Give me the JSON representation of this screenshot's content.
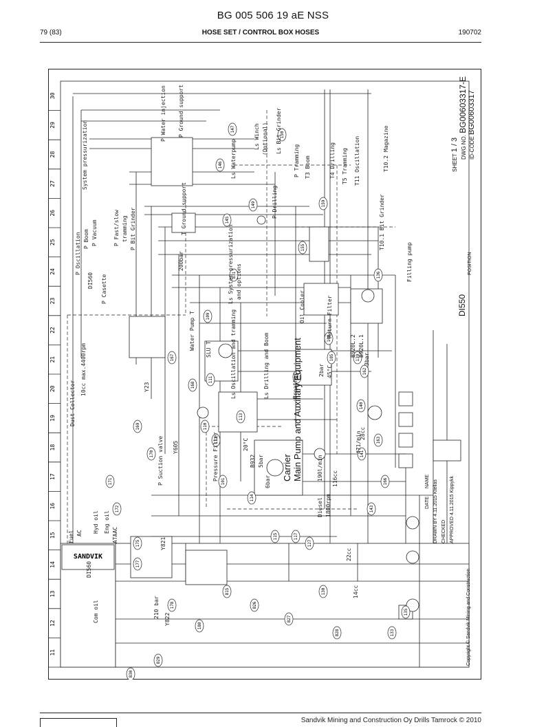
{
  "header": {
    "doc_code": "BG 005 506 19 aE NSS",
    "page": "79 (83)",
    "section": "HOSE SET / CONTROL BOX HOSES",
    "date": "190702"
  },
  "footer": {
    "company": "Sandvik Mining and Construction Oy Drills Tamrock © 2010"
  },
  "diagram": {
    "columns": [
      "11",
      "12",
      "13",
      "14",
      "15",
      "16",
      "17",
      "18",
      "19",
      "20",
      "21",
      "22",
      "23",
      "24",
      "25",
      "26",
      "27",
      "28",
      "29",
      "30"
    ],
    "title_block": {
      "brand": "SANDVIK",
      "copyright": "Copyright © Sandvik Mining and Construction",
      "title_line1": "Carrier",
      "title_line2": "Main Pump and Auxiliary Equipment",
      "sheet_label": "SHEET",
      "sheet": "1 / 3",
      "dwg_label": "DWG NO.",
      "dwg_no": "BG00603317-E",
      "id_label": "ID-CODE",
      "id_code": "BG00603317",
      "model": "DI550",
      "position_label": "POSITION",
      "drawn_label": "DRAWN BY",
      "drawn": "4.11.2015",
      "drawn_name": "Ktellas",
      "checked_label": "CHECKED",
      "approved_label": "APPROVED",
      "approved": "4.11.2015",
      "approved_name": "Kippykk",
      "date_label": "DATE",
      "name_label": "NAME"
    },
    "labels": {
      "p_oscillation": "P Oscillation",
      "p_boom": "P Boom",
      "p_vacuum": "P Vacuum",
      "system_pressurization": "System pressurization",
      "p_water_injection": "P Water injection",
      "p_ground_support": "P Ground support",
      "t_ground_support": "T Ground support",
      "p_fast_slow": "P Fast/slow",
      "tramming": "tramming",
      "p_bit_grinder": "P Bit Grinder",
      "di560": "DI560",
      "p_casette": "P Casette",
      "water_pump_t": "Water Pump T",
      "slu_t": "SLU T",
      "dust_collector": "Dust Collector",
      "dust_rpm": "10cc max.4400rpm",
      "ls_waterpump": "Ls Waterpump",
      "ls_winch": "Ls Winch",
      "optional": "(Optional)",
      "ls_bit_grinder": "Ls Bit Grinder",
      "p_drilling": "P Drilling",
      "p_tramming": "P Tramming",
      "t3_boom": "T3 Boom",
      "t4_drilling": "T4 Drilling",
      "t5_tramming": "T5 Tramming",
      "t11_oscillation": "T11 Oscillation",
      "t10_1_bit_grinder": "T10.1 Bit Grinder",
      "t10_2_magazine": "T10.2 Magazine",
      "filling_pump": "Filling pump",
      "ls_system_pressurization": "Ls System pressurization",
      "and_options": "and options",
      "ls_oscillation_tramming": "Ls Oscillation and tramming",
      "ls_drilling_boom": "Ls Drilling and Boom",
      "oil_cooler": "Oil Cooler",
      "return_filter": "Return Filter",
      "breather": "Breather",
      "pressure_filter": "Pressure Filter",
      "p_suction_valve": "P Suction valve",
      "diesel": "Diesel",
      "diesel_rpm": "1800rpm",
      "fuel": "Fuel",
      "ac": "AC",
      "hyd_oil": "Hyd oil",
      "eng_oil": "Eng oil",
      "ataac": "ATAAC",
      "com_oil": "Com oil",
      "di560_left": "DI560",
      "flow_190": "190l/min",
      "flow_471": "471/min",
      "cc_116": "116cc",
      "cc_28": "28cc",
      "cc_22": "22cc",
      "cc_14": "14cc",
      "temp_45": "45°C",
      "temp_20": "20°C",
      "bar_2": "2bar",
      "bar_3": "3bar",
      "bar_6": "6bar",
      "bar_5": "5bar",
      "bar_210": "210 bar",
      "bar_200": "200bar",
      "b932": "B932",
      "b920l2": "B920L.2",
      "b920l1": "B920L.1",
      "y605": "Y605",
      "y821": "Y821",
      "y822": "Y822",
      "y23": "Y23"
    },
    "hose_ids": [
      "101",
      "102",
      "105",
      "108",
      "109",
      "110",
      "111",
      "112",
      "113",
      "114",
      "115",
      "117",
      "127",
      "130",
      "133",
      "135",
      "136",
      "139",
      "140",
      "141",
      "143",
      "145",
      "146",
      "147",
      "149",
      "150",
      "155",
      "159",
      "162",
      "163",
      "166",
      "167",
      "168",
      "169",
      "170",
      "171",
      "172",
      "175",
      "177",
      "178",
      "180",
      "815",
      "826",
      "827",
      "828",
      "829",
      "830",
      "831"
    ]
  }
}
